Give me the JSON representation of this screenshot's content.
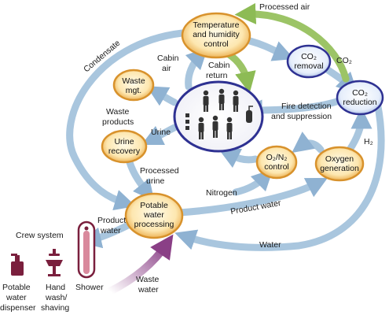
{
  "nodes": {
    "temp_humidity": [
      "Temperature",
      "and humidity",
      "control"
    ],
    "co2_removal": [
      "CO₂",
      "removal"
    ],
    "co2_reduction": [
      "CO₂",
      "reduction"
    ],
    "waste_mgt": [
      "Waste",
      "mgt."
    ],
    "urine_recovery": [
      "Urine",
      "recovery"
    ],
    "o2n2_control": [
      "O₂/N₂",
      "control"
    ],
    "oxygen_generation": [
      "Oxygen",
      "generation"
    ],
    "potable_processing": [
      "Potable",
      "water",
      "processing"
    ]
  },
  "labels": {
    "processed_air": "Processed air",
    "co2": "CO₂",
    "condensate": "Condensate",
    "cabin_air": [
      "Cabin",
      "air"
    ],
    "cabin_return": [
      "Cabin",
      "return"
    ],
    "fire": [
      "Fire detection",
      "and suppression"
    ],
    "waste_products": [
      "Waste",
      "products"
    ],
    "urine": "Urine",
    "processed_urine": [
      "Processed",
      "urine"
    ],
    "h2": "H₂",
    "nitrogen": "Nitrogen",
    "product_water_right": "Product water",
    "product_water_left": [
      "Product",
      "water"
    ],
    "water": "Water",
    "crew_system": "Crew system",
    "waste_water": [
      "Waste",
      "water"
    ],
    "dispenser": [
      "Potable",
      "water",
      "dispenser"
    ],
    "hand_wash": [
      "Hand",
      "wash/",
      "shaving"
    ],
    "shower": "Shower"
  },
  "colors": {
    "flow_blue": "#a9c6de",
    "flow_blue_edge": "#7fa3c4",
    "flow_green": "#9cc466",
    "flow_purple": "#8a3f86",
    "node_orange": "#e8a53e",
    "node_cream": "#fff3cf",
    "node_blue": "#2e3192",
    "node_blue_fill": "#dfe8f8",
    "crew_maroon": "#7a1f3d"
  },
  "icons": {
    "cabin": "crew-cabin-icon",
    "dispenser": "water-dispenser-icon",
    "faucet": "faucet-icon",
    "shower": "shower-icon"
  }
}
